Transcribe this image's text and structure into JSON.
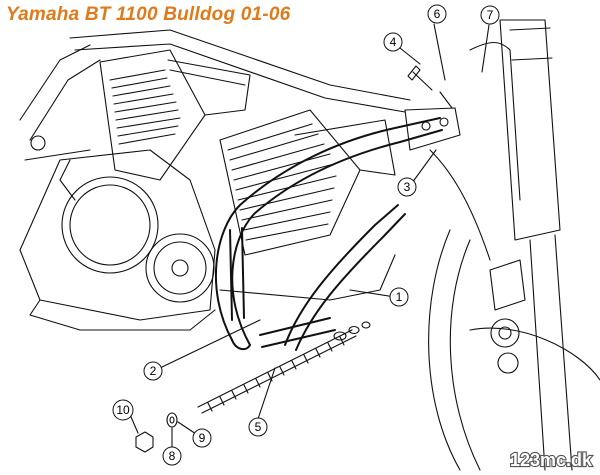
{
  "title": "Yamaha BT 1100 Bulldog 01-06",
  "watermark": "123mc.dk",
  "callouts": [
    "1",
    "2",
    "3",
    "4",
    "5",
    "6",
    "7",
    "8",
    "9",
    "10"
  ],
  "colors": {
    "title": "#e07a1a",
    "line": "#111111",
    "watermark_fill": "#ffffff",
    "watermark_stroke": "#555555"
  }
}
